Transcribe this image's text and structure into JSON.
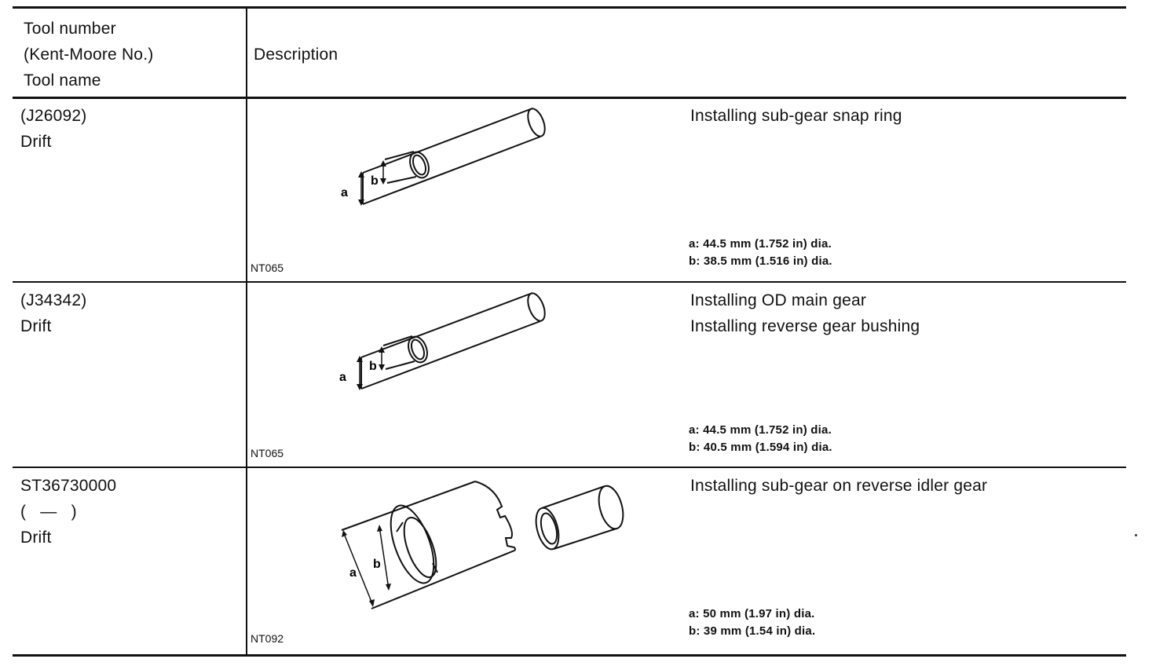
{
  "header": {
    "col1": [
      "Tool number",
      "(Kent-Moore No.)",
      "Tool name"
    ],
    "col2": "Description"
  },
  "rows": [
    {
      "tool_number": "(J26092)",
      "tool_name": "Drift",
      "uses": [
        "Installing sub-gear snap ring"
      ],
      "specs": [
        "a: 44.5 mm (1.752 in) dia.",
        "b: 38.5 mm (1.516 in) dia."
      ],
      "figure_code": "NT065",
      "figure_labels": {
        "a": "a",
        "b": "b"
      }
    },
    {
      "tool_number": "(J34342)",
      "tool_name": "Drift",
      "uses": [
        "Installing OD main gear",
        "Installing reverse gear bushing"
      ],
      "specs": [
        "a: 44.5 mm (1.752 in) dia.",
        "b: 40.5 mm (1.594 in) dia."
      ],
      "figure_code": "NT065",
      "figure_labels": {
        "a": "a",
        "b": "b"
      }
    },
    {
      "tool_number": "ST36730000",
      "kent_moore": "(   —   )",
      "tool_name": "Drift",
      "uses": [
        "Installing sub-gear on reverse idler gear"
      ],
      "specs": [
        "a: 50 mm (1.97 in) dia.",
        "b: 39 mm (1.54 in) dia."
      ],
      "figure_code": "NT092",
      "figure_labels": {
        "a": "a",
        "b": "b"
      }
    }
  ]
}
